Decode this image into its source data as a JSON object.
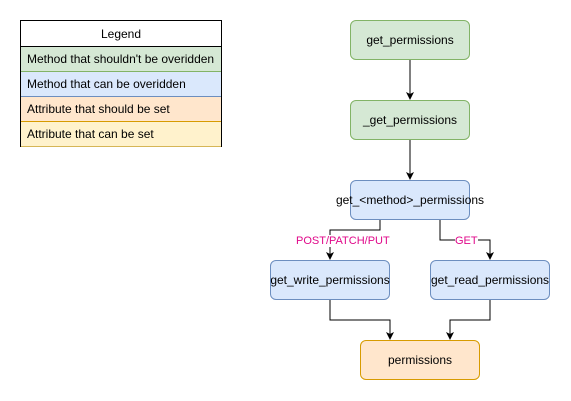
{
  "legend": {
    "title": "Legend",
    "items": [
      {
        "label": "Method that shouldn't be overidden",
        "color": "#d5e8d4"
      },
      {
        "label": "Method that can be overidden",
        "color": "#dae8fc"
      },
      {
        "label": "Attribute that should be set",
        "color": "#ffe6cc"
      },
      {
        "label": "Attribute that can be set",
        "color": "#fff2cc"
      }
    ]
  },
  "nodes": {
    "get_permissions": "get_permissions",
    "_get_permissions": "_get_permissions",
    "get_method_permissions": "get_<method>_permissions",
    "get_write_permissions": "get_write_permissions",
    "get_read_permissions": "get_read_permissions",
    "permissions": "permissions"
  },
  "edge_labels": {
    "write": "POST/PATCH/PUT",
    "read": "GET"
  },
  "colors": {
    "edge_label": "#e0088a",
    "edge": "#000000"
  }
}
